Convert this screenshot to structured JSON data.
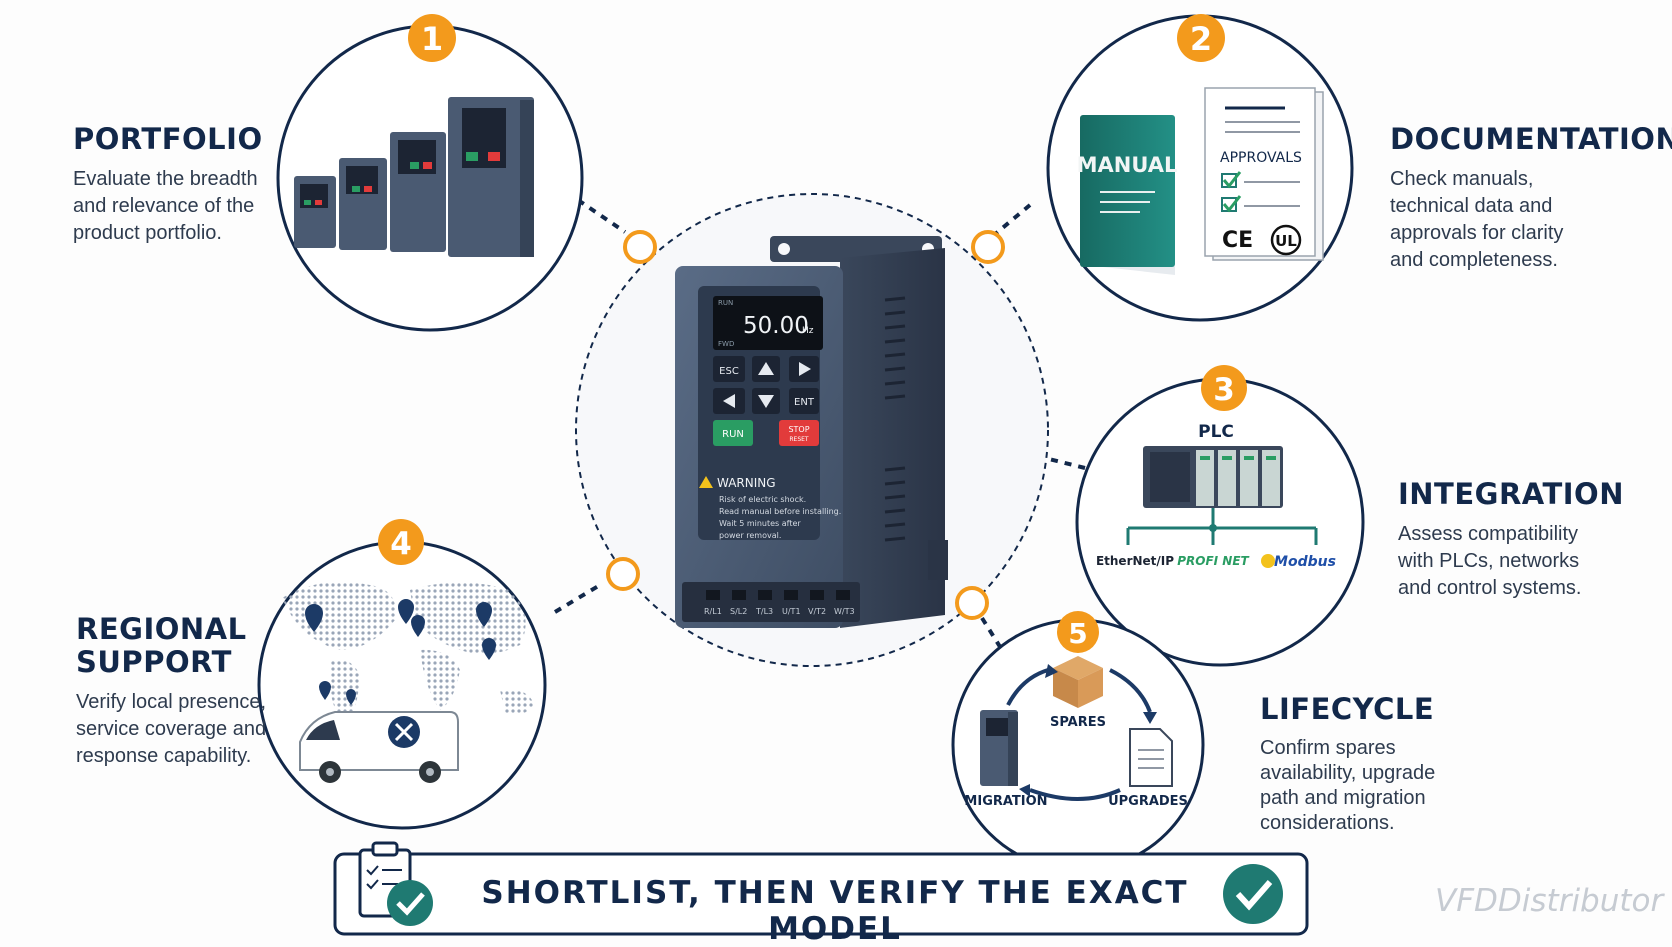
{
  "center": {
    "display": "50.00",
    "display_unit": "Hz",
    "display_tag_top": "RUN",
    "display_tag_bottom": "FWD",
    "keys": {
      "esc": "ESC",
      "ent": "ENT",
      "run": "RUN",
      "stop": "STOP",
      "reset": "RESET"
    },
    "warning_title": "WARNING",
    "warning_lines": [
      "Risk of electric shock.",
      "Read manual before installing.",
      "Wait 5 minutes after",
      "power removal."
    ],
    "terminals": [
      "R/L1",
      "S/L2",
      "T/L3",
      "U/T1",
      "V/T2",
      "W/T3"
    ]
  },
  "steps": [
    {
      "number": "1",
      "title": "PORTFOLIO",
      "desc_lines": [
        "Evaluate the breadth",
        "and relevance of the",
        "product portfolio."
      ]
    },
    {
      "number": "2",
      "title": "DOCUMENTATION",
      "desc_lines": [
        "Check manuals,",
        "technical data and",
        "approvals for clarity",
        "and completeness."
      ],
      "book_label": "MANUAL",
      "doc_label": "APPROVALS",
      "marks": [
        "CE",
        "UL"
      ]
    },
    {
      "number": "3",
      "title": "INTEGRATION",
      "desc_lines": [
        "Assess compatibility",
        "with PLCs, networks",
        "and control systems."
      ],
      "plc_label": "PLC",
      "networks": [
        "EtherNet/IP",
        "PROFI NET",
        "Modbus"
      ]
    },
    {
      "number": "4",
      "title_lines": [
        "REGIONAL",
        "SUPPORT"
      ],
      "desc_lines": [
        "Verify local presence,",
        "service coverage and",
        "response capability."
      ]
    },
    {
      "number": "5",
      "title": "LIFECYCLE",
      "desc_lines": [
        "Confirm spares",
        "availability, upgrade",
        "path and migration",
        "considerations."
      ],
      "cycle_labels": [
        "SPARES",
        "UPGRADES",
        "MIGRATION"
      ]
    }
  ],
  "banner": {
    "text": "SHORTLIST, THEN VERIFY THE EXACT MODEL"
  },
  "watermark": "VFDDistributor",
  "colors": {
    "navy": "#12284a",
    "orange": "#f39a1c",
    "drive": "#4a5a72",
    "teal": "#1f7a72",
    "green": "#2a9d63",
    "red": "#e23b3b"
  }
}
